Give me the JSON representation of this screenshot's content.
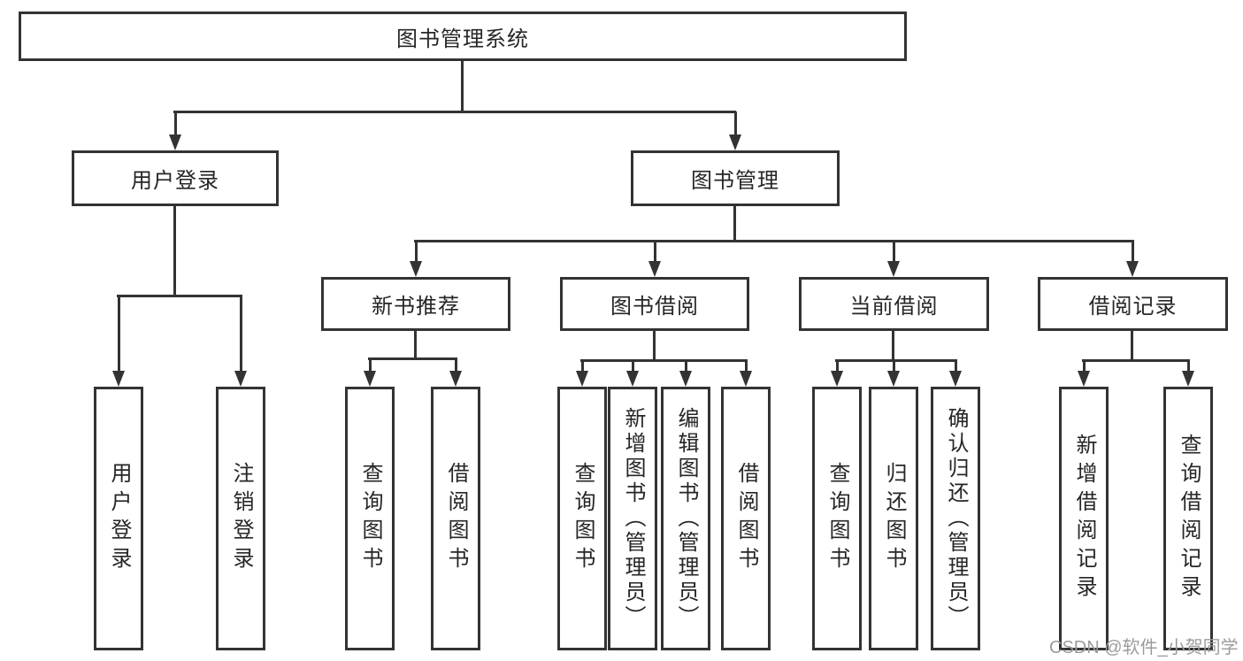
{
  "diagram": {
    "root": {
      "label": "图书管理系统",
      "children": [
        {
          "label": "用户登录",
          "children": [
            {
              "label": "用户登录"
            },
            {
              "label": "注销登录"
            }
          ]
        },
        {
          "label": "图书管理",
          "children": [
            {
              "label": "新书推荐",
              "children": [
                {
                  "label": "查询图书"
                },
                {
                  "label": "借阅图书"
                }
              ]
            },
            {
              "label": "图书借阅",
              "children": [
                {
                  "label": "查询图书"
                },
                {
                  "label": "新增图书（管理员）"
                },
                {
                  "label": "编辑图书（管理员）"
                },
                {
                  "label": "借阅图书"
                }
              ]
            },
            {
              "label": "当前借阅",
              "children": [
                {
                  "label": "查询图书"
                },
                {
                  "label": "归还图书"
                },
                {
                  "label": "确认归还（管理员）"
                }
              ]
            },
            {
              "label": "借阅记录",
              "children": [
                {
                  "label": "新增借阅记录"
                },
                {
                  "label": "查询借阅记录"
                }
              ]
            }
          ]
        }
      ]
    }
  },
  "watermark": {
    "text": "CSDN @软件_小贺同学"
  },
  "colors": {
    "line": "#333333",
    "text": "#262626",
    "watermark": "#9c9c9c",
    "background": "#ffffff"
  }
}
